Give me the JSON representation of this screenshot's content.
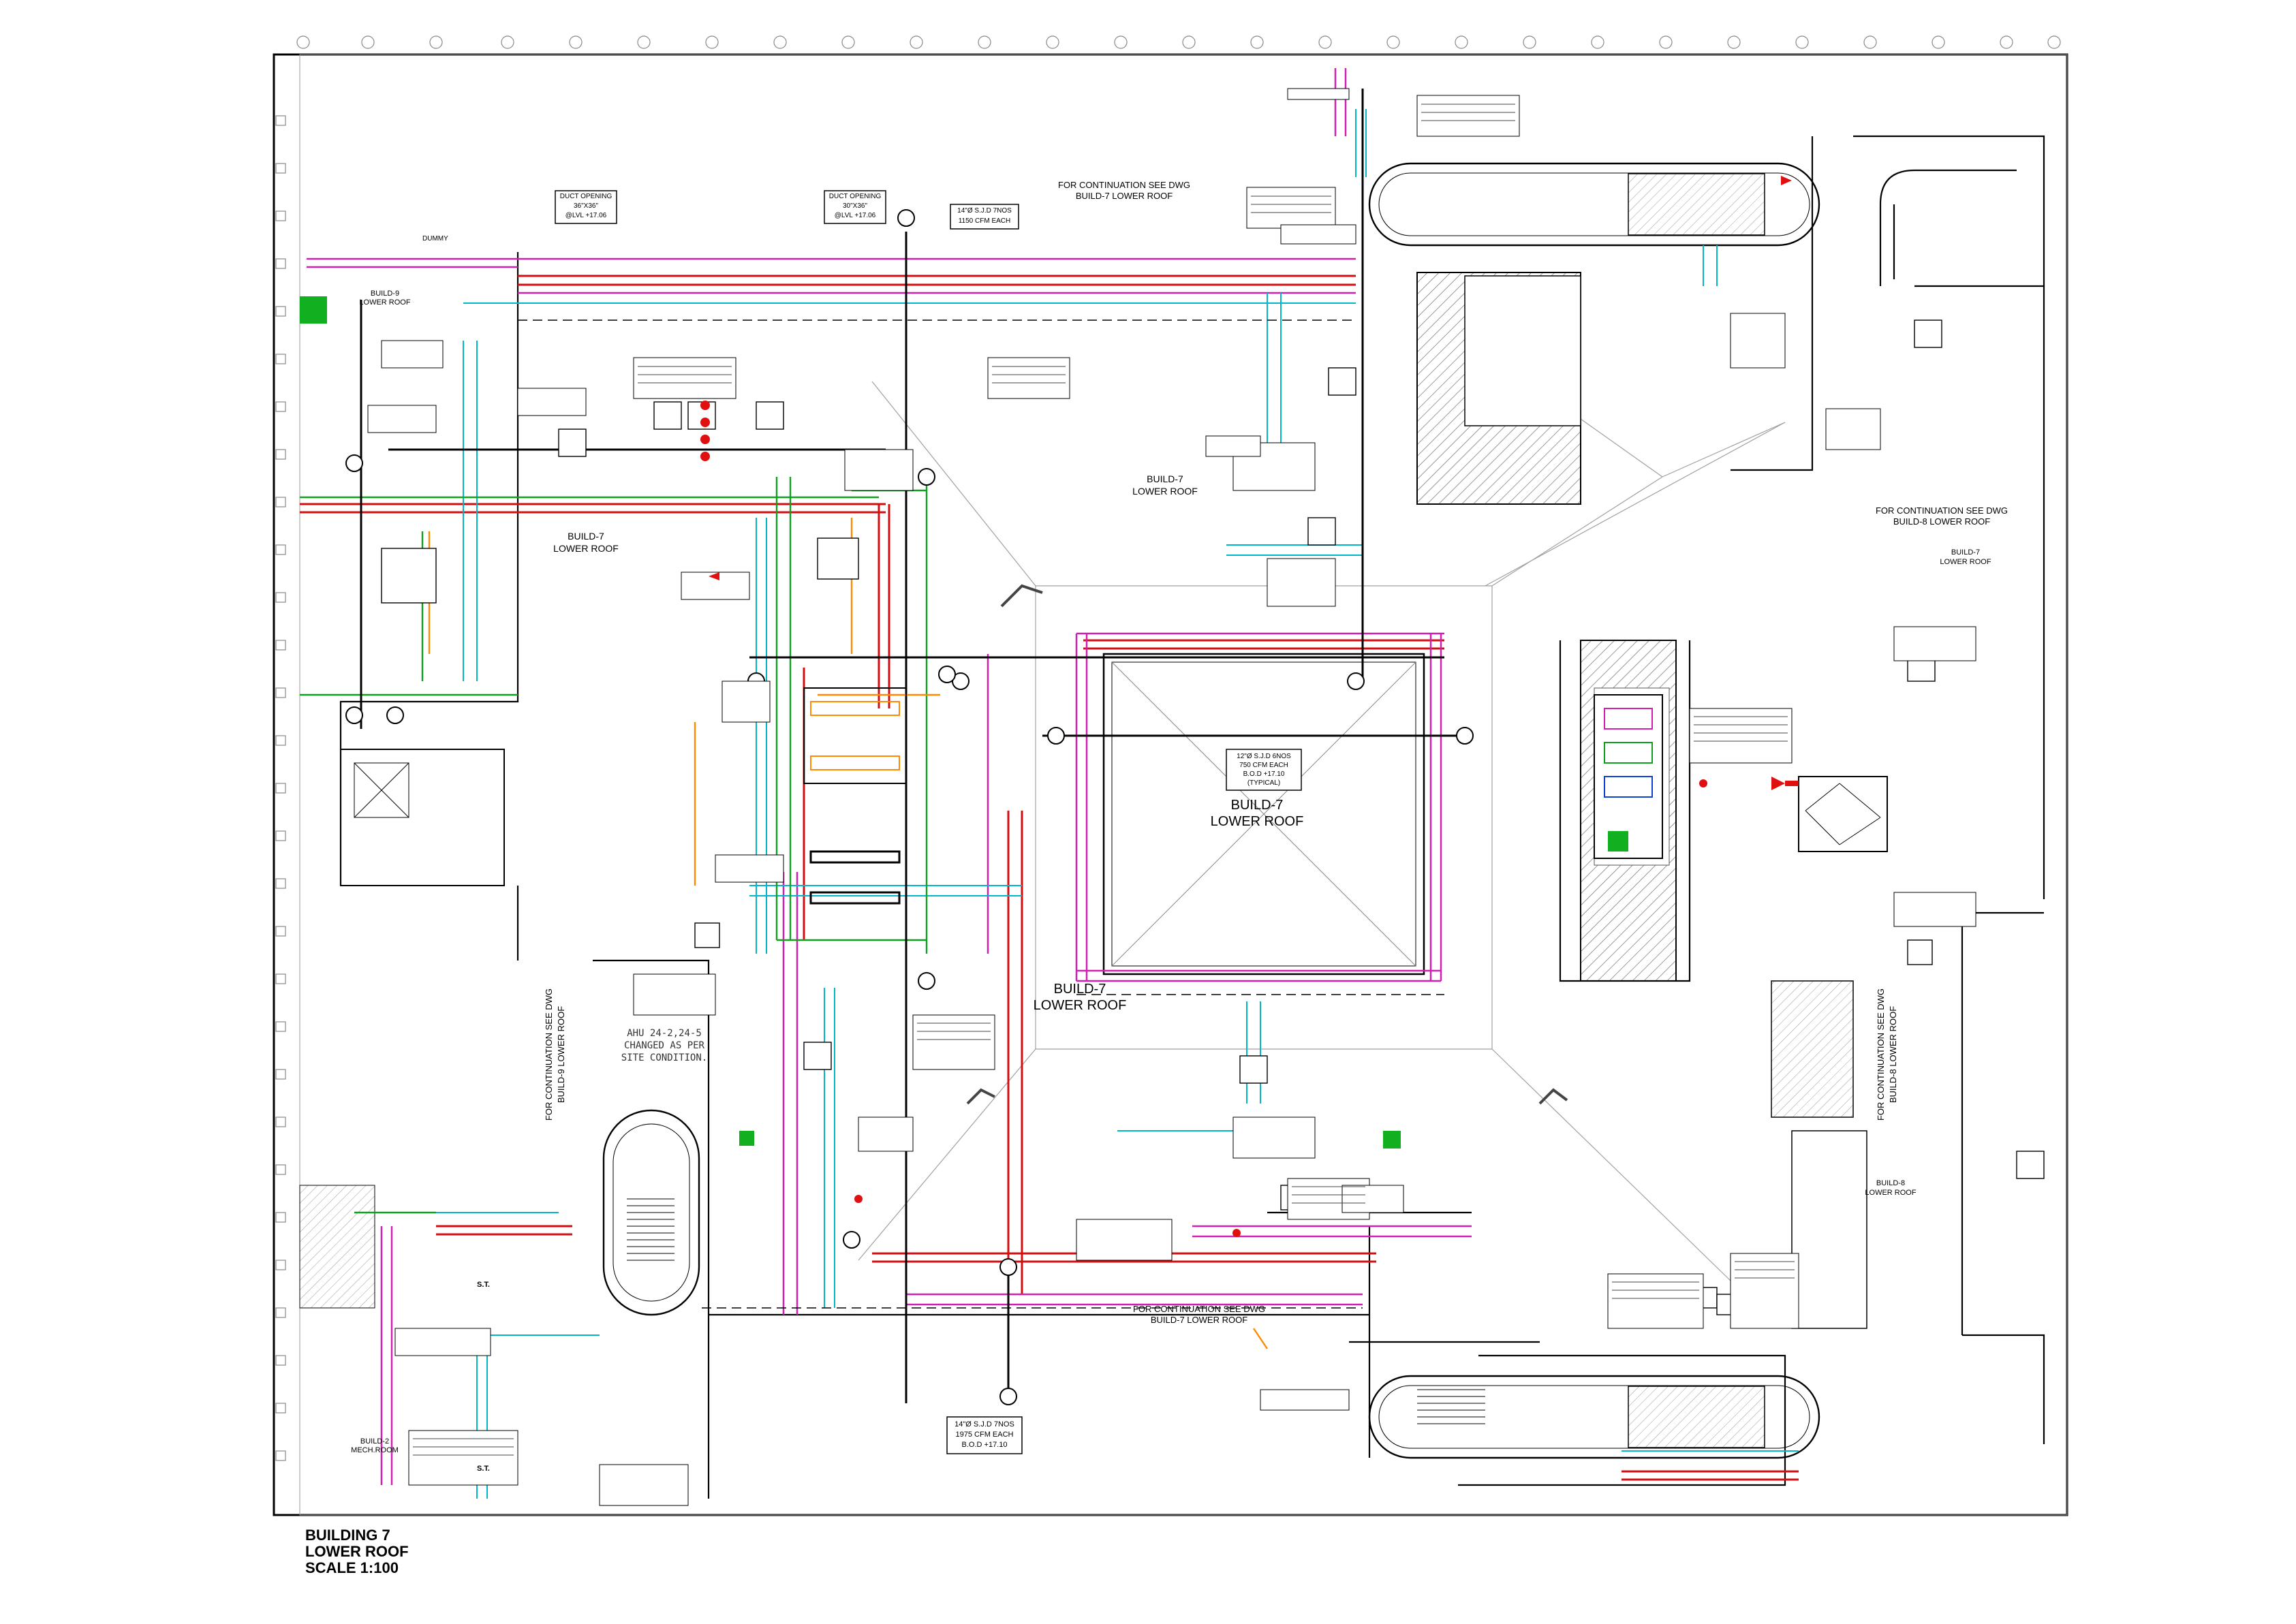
{
  "sheet": {
    "title_line1": "BUILDING 7",
    "title_line2": "LOWER ROOF",
    "title_line3": "SCALE 1:100"
  },
  "zones": {
    "build7_lower_roof_center": "BUILD-7",
    "build7_lower_roof_center_2": "LOWER ROOF",
    "build7_lower_roof_mid": "BUILD-7",
    "build7_lower_roof_mid_2": "LOWER ROOF",
    "build7_lower_roof_north": "BUILD-7",
    "build7_lower_roof_north_2": "LOWER ROOF",
    "build7_lower_roof_west": "BUILD-7",
    "build7_lower_roof_west_2": "LOWER ROOF",
    "build8_lower_roof_east": "BUILD-7",
    "build8_lower_roof_east_2": "LOWER ROOF",
    "build8_lower_roof_se": "BUILD-8",
    "build8_lower_roof_se_2": "LOWER ROOF",
    "build9_lower_roof": "BUILD-9",
    "build9_lower_roof_2": "LOWER ROOF",
    "build2_mech_room": "BUILD-2",
    "build2_mech_room_2": "MECH.ROOM"
  },
  "continuation_notes": {
    "north_1": "FOR CONTINUATION SEE DWG",
    "north_2": "BUILD-7 LOWER ROOF",
    "east_1": "FOR CONTINUATION SEE DWG",
    "east_2": "BUILD-8 LOWER ROOF",
    "south_1": "FOR CONTINUATION SEE DWG",
    "south_2": "BUILD-7 LOWER ROOF",
    "west_1": "FOR CONTINUATION SEE DWG",
    "west_2": "BUILD-9 LOWER ROOF",
    "east_vert_1": "FOR CONTINUATION SEE DWG",
    "east_vert_2": "BUILD-8 LOWER ROOF"
  },
  "ahu_note": {
    "line1": "AHU 24-2,24-5",
    "line2": "CHANGED AS PER",
    "line3": "SITE CONDITION."
  },
  "duct_openings": {
    "d1_line1": "DUCT OPENING",
    "d1_line2": "36\"X36\"",
    "d1_line3": "@LVL +17.06",
    "d2_line1": "DUCT OPENING",
    "d2_line2": "30\"X36\"",
    "d2_line3": "@LVL +17.06"
  },
  "callouts": {
    "c_top_1": "14\"Ø S.J.D 7NOS",
    "c_top_2": "1150 CFM EACH",
    "c_center_1": "12\"Ø S.J.D 6NOS",
    "c_center_2": "750 CFM EACH",
    "c_center_3": "B.O.D +17.10",
    "c_center_4": "(TYPICAL)",
    "c_bottom_1": "14\"Ø S.J.D 7NOS",
    "c_bottom_2": "1975 CFM EACH",
    "c_bottom_3": "B.O.D +17.10"
  },
  "tags": {
    "dummy": "DUMMY",
    "st_1": "S.T.",
    "st_2": "S.T."
  },
  "legend_colors": {
    "cyan": "#00c8d0",
    "magenta": "#e020c0",
    "red": "#e01010",
    "green": "#10b020",
    "orange": "#ff8a00",
    "blue": "#1040d0",
    "hatch": "#606060",
    "grid": "#888888"
  }
}
